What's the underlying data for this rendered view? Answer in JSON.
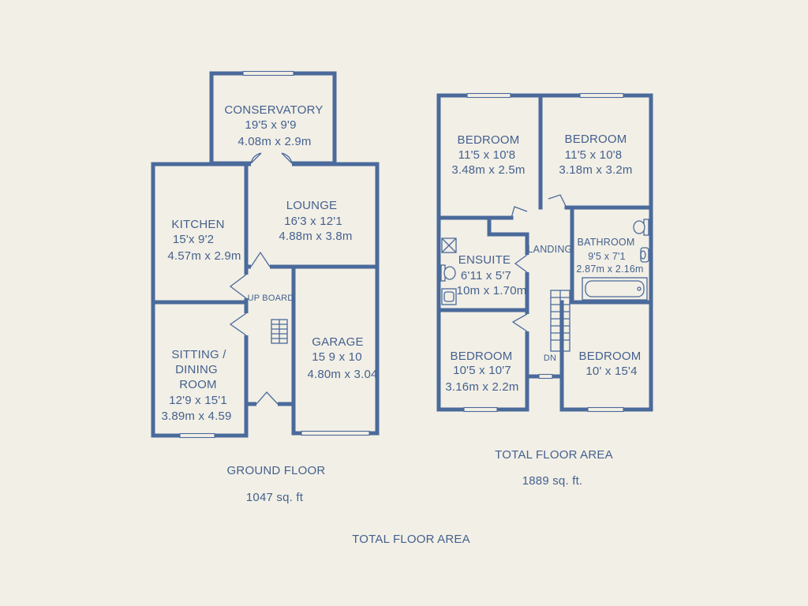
{
  "colors": {
    "background": "#f2efe6",
    "wall": "#4a6a9b",
    "text": "#44618f"
  },
  "ground_floor": {
    "label": "GROUND FLOOR",
    "area": "1047 sq. ft",
    "rooms": {
      "conservatory": {
        "name": "CONSERVATORY",
        "imperial": "19'5 x 9'9",
        "metric": "4.08m x 2.9m"
      },
      "lounge": {
        "name": "LOUNGE",
        "imperial": "16'3 x 12'1",
        "metric": "4.88m x 3.8m"
      },
      "kitchen": {
        "name": "KITCHEN",
        "imperial": "15'x 9'2",
        "metric": "4.57m x 2.9m"
      },
      "hall": {
        "name": "UP BOARD"
      },
      "garage": {
        "name": "GARAGE",
        "imperial": "15 9 x 10",
        "metric": "4.80m x 3.04"
      },
      "sitting_dining_room": {
        "name_lines": [
          "SITTING /",
          "DINING",
          "ROOM"
        ],
        "imperial": "12'9 x 15'1",
        "metric": "3.89m x 4.59"
      }
    }
  },
  "first_floor": {
    "label": "TOTAL FLOOR AREA",
    "area": "1889 sq. ft.",
    "rooms": {
      "bedroom_top_left": {
        "name": "BEDROOM",
        "imperial": "11'5 x 10'8",
        "metric": "3.48m x 2.5m"
      },
      "bedroom_top_right": {
        "name": "BEDROOM",
        "imperial": "11'5 x 10'8",
        "metric": "3.18m x 3.2m"
      },
      "ensuite": {
        "name": "ENSUITE",
        "imperial": "6'11 x 5'7",
        "metric": "10m x 1.70m"
      },
      "landing": {
        "name": "LANDING",
        "stairs_label": "DN"
      },
      "bathroom": {
        "name": "BATHROOM",
        "imperial": "9'5 x 7'1",
        "metric": "2.87m x 2.16m"
      },
      "bedroom_bottom_left": {
        "name": "BEDROOM",
        "imperial": "10'5 x 10'7",
        "metric": "3.16m x 2.2m"
      },
      "bedroom_bottom_right": {
        "name": "BEDROOM",
        "imperial": "10' x 15'4"
      }
    }
  },
  "footer": {
    "label": "TOTAL FLOOR AREA"
  }
}
